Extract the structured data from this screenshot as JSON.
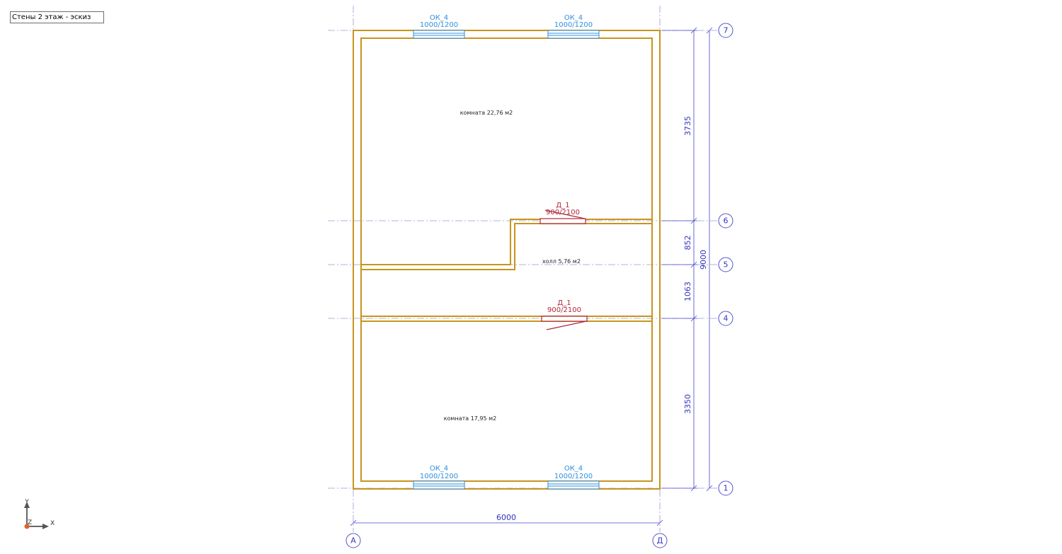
{
  "view_tab": {
    "label": "Стены 2 этаж - эскиз"
  },
  "axes": {
    "horizontal": [
      {
        "id": "7",
        "label": "7"
      },
      {
        "id": "6",
        "label": "6"
      },
      {
        "id": "5",
        "label": "5"
      },
      {
        "id": "4",
        "label": "4"
      },
      {
        "id": "1",
        "label": "1"
      }
    ],
    "vertical": [
      {
        "id": "A",
        "label": "А"
      },
      {
        "id": "D",
        "label": "Д"
      }
    ]
  },
  "dimensions": {
    "overall_width": "6000",
    "overall_height": "9000",
    "segments": [
      "3735",
      "852",
      "1063",
      "3350"
    ]
  },
  "windows": [
    {
      "mark": "ОК_4",
      "size": "1000/1200"
    },
    {
      "mark": "ОК_4",
      "size": "1000/1200"
    },
    {
      "mark": "ОК_4",
      "size": "1000/1200"
    },
    {
      "mark": "ОК_4",
      "size": "1000/1200"
    }
  ],
  "doors": [
    {
      "mark": "Д_1",
      "size": "900/2100"
    },
    {
      "mark": "Д_1",
      "size": "900/2100"
    }
  ],
  "rooms": [
    {
      "label": "комната 22,76 м2"
    },
    {
      "label": "холл 5,76 м2"
    },
    {
      "label": "комната 17,95 м2"
    }
  ],
  "ucs": {
    "x_label": "X",
    "y_label": "Y",
    "z_label": "Z"
  },
  "colors": {
    "wall": "#c8941c",
    "window": "#2f8fe0",
    "door": "#b0283a",
    "dimension": "#3333bb"
  }
}
